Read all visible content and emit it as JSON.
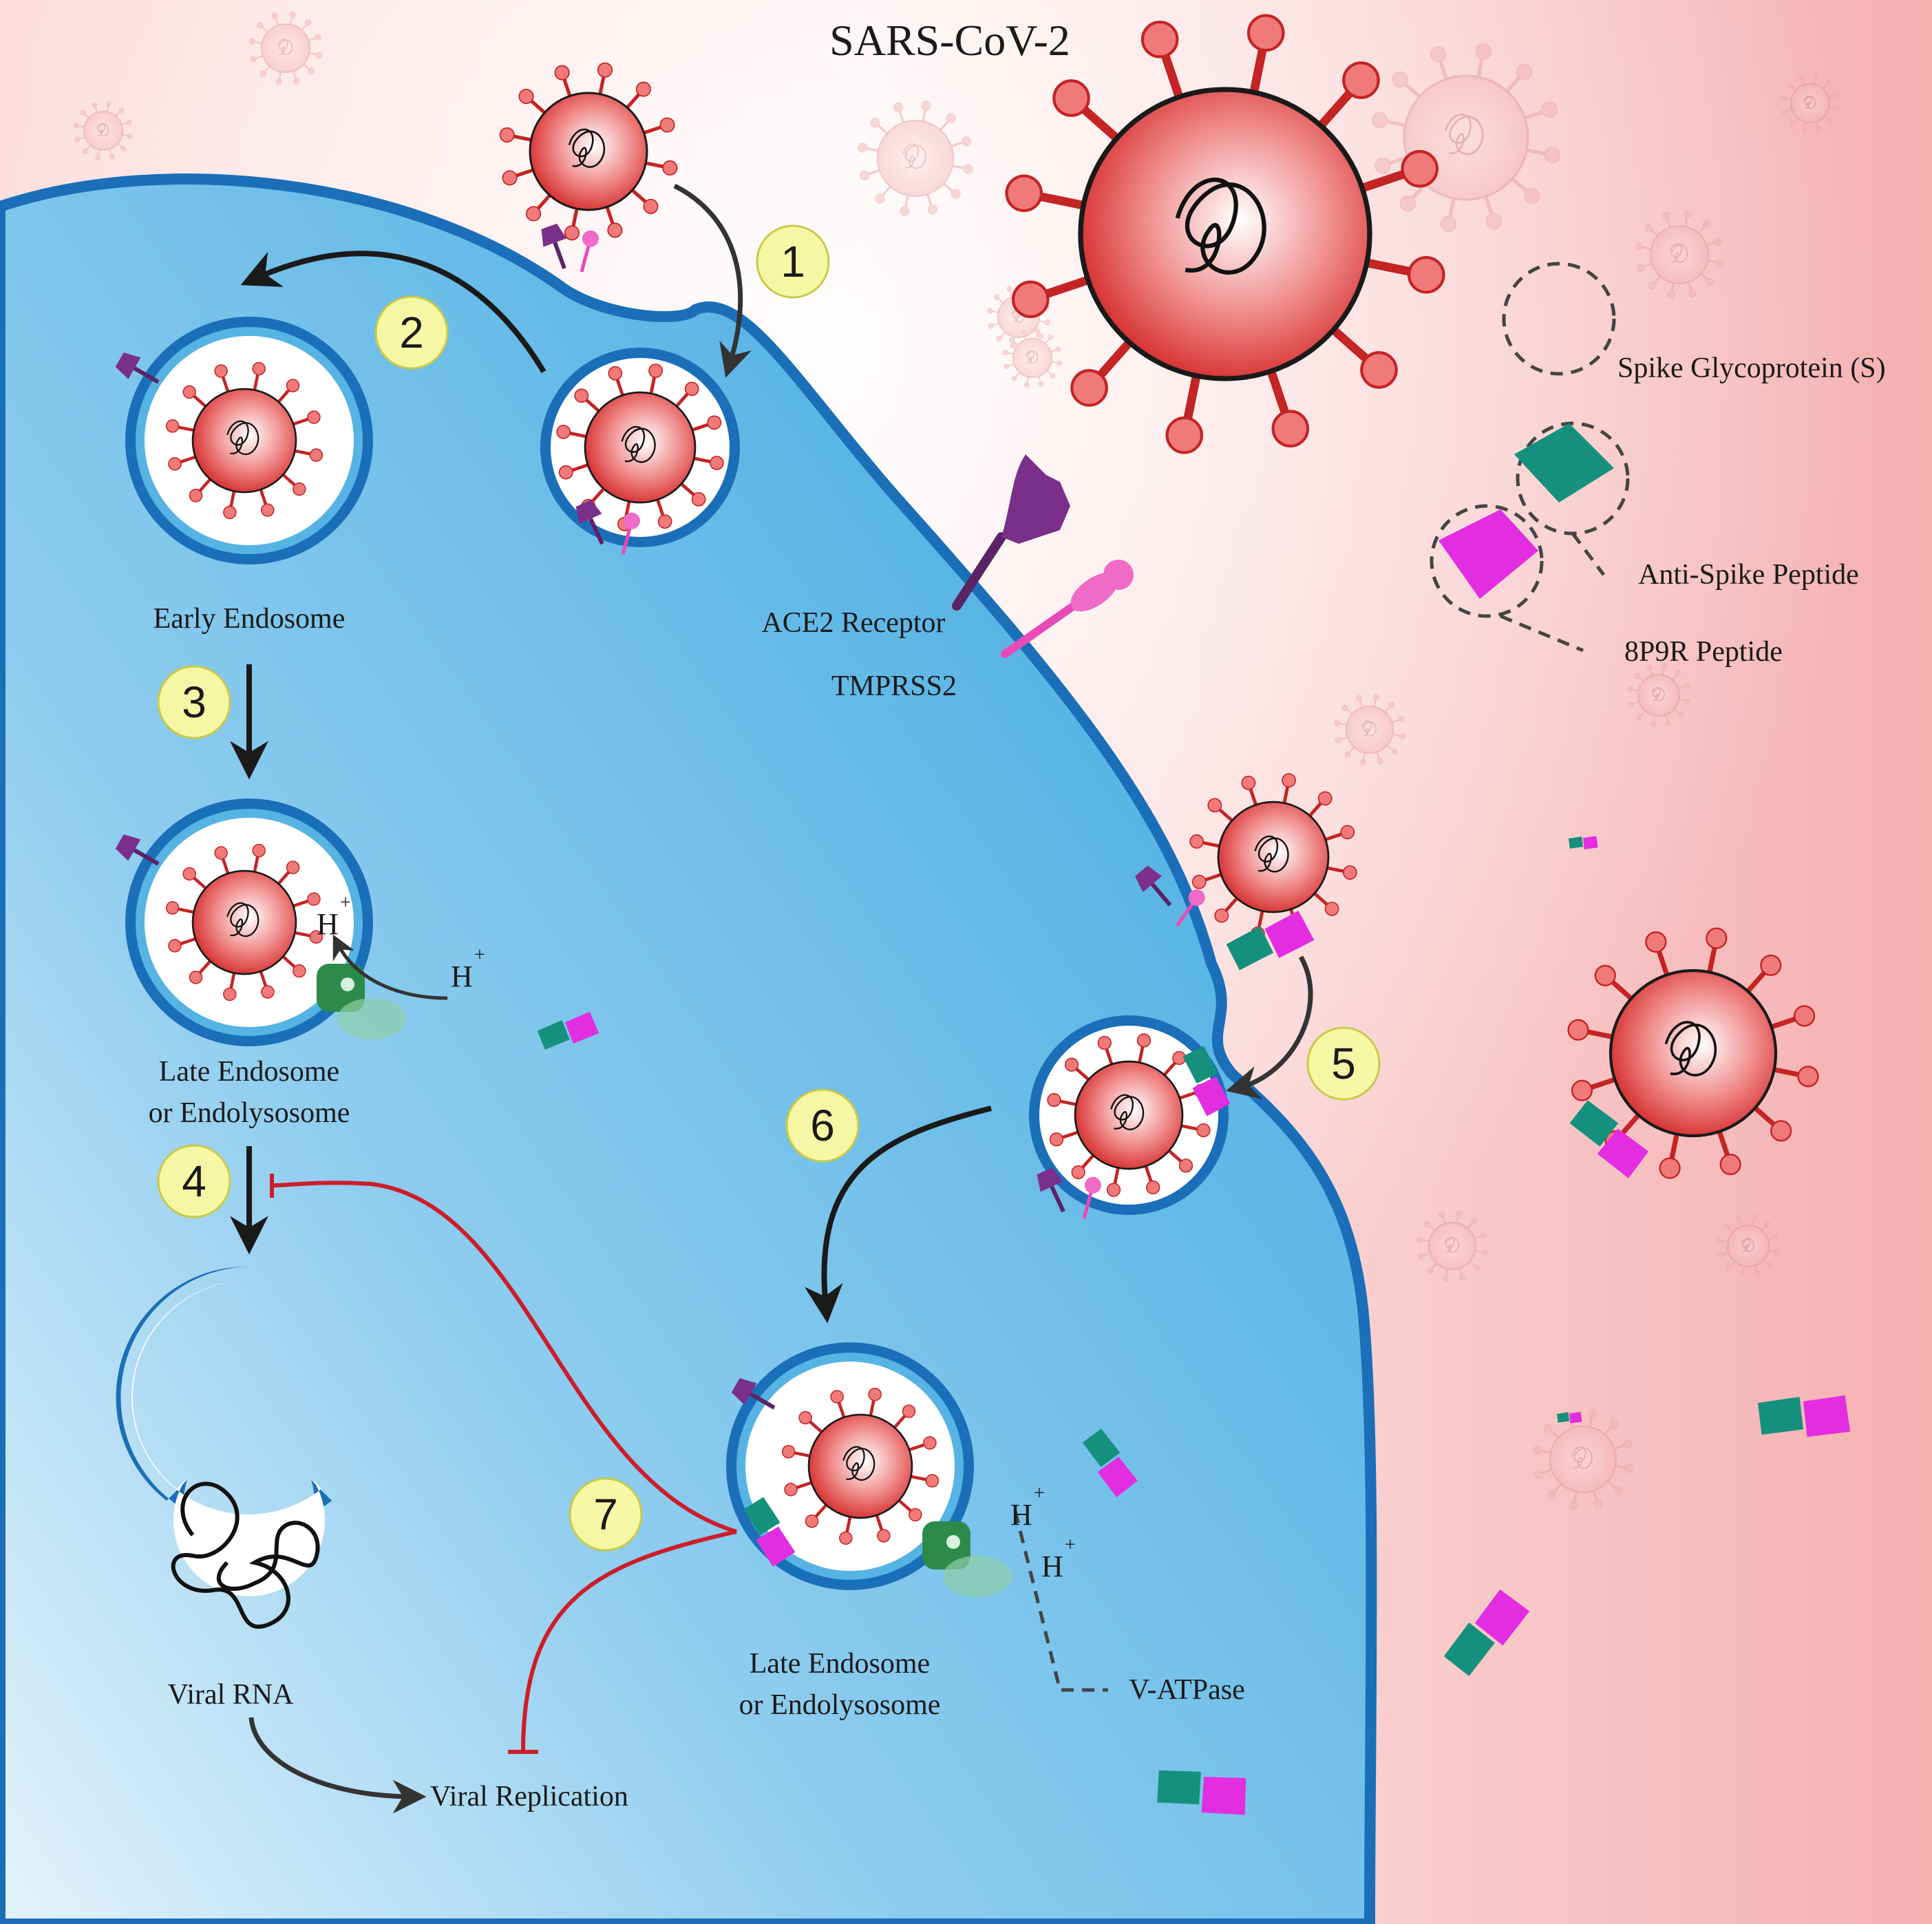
{
  "title": "SARS-CoV-2",
  "labels": {
    "spike": "Spike Glycoprotein (S)",
    "anti_spike": "Anti-Spike Peptide",
    "p8p9r": "8P9R Peptide",
    "ace2": "ACE2 Receptor",
    "tmprss2": "TMPRSS2",
    "early_endosome": "Early Endosome",
    "late_endosome_1a": "Late Endosome",
    "late_endosome_1b": "or Endolysosome",
    "late_endosome_2a": "Late Endosome",
    "late_endosome_2b": "or Endolysosome",
    "vatpase": "V-ATPase",
    "viral_rna": "Viral RNA",
    "viral_replication": "Viral Replication",
    "hplus": "H",
    "plus": "+"
  },
  "steps": [
    "1",
    "2",
    "3",
    "4",
    "5",
    "6",
    "7"
  ],
  "colors": {
    "cell": "#56b3e3",
    "membrane": "#1a6fb8",
    "virus": "#e03b3b",
    "ace2": "#6a2a7a",
    "tmprss2": "#e84ab8",
    "anti_spike": "#15907c",
    "p8p9r": "#e22ee0",
    "inhibit": "#cc1e2a",
    "step_badge": "#f6f7a4"
  }
}
